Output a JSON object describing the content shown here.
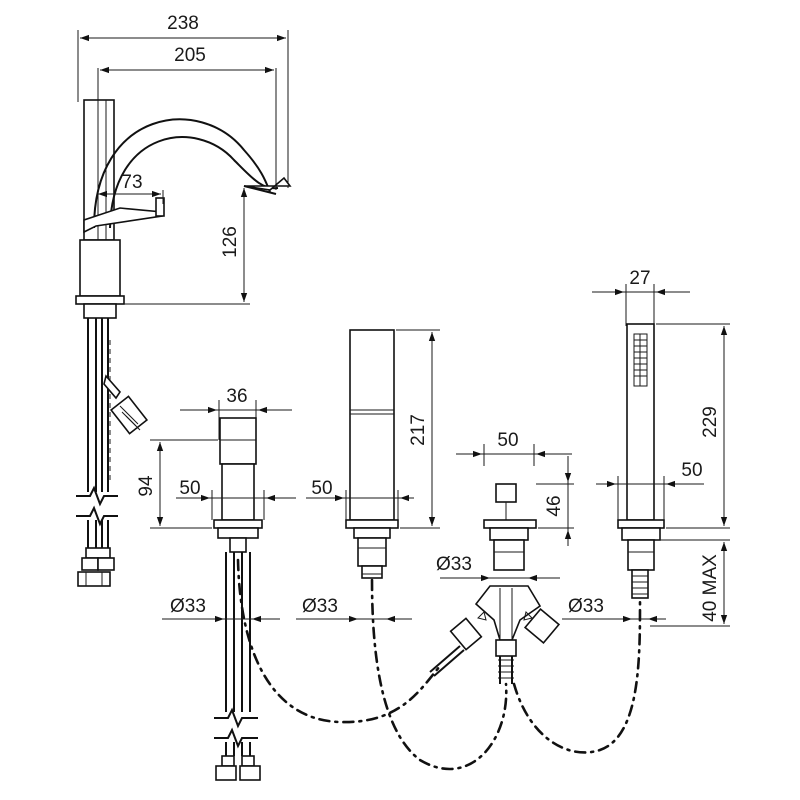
{
  "dimensions": {
    "spout_total_width": "238",
    "spout_reach": "205",
    "lever_length": "73",
    "spout_height": "126",
    "valve_body_width": "36",
    "valve_body_height": "94",
    "valve_base_diameter": "50",
    "spout_body_height": "217",
    "spout_base_diameter": "50",
    "diverter_width": "50",
    "diverter_height": "46",
    "diverter_hole": "Ø33",
    "handshower_width": "27",
    "handshower_length": "229",
    "handshower_base_diameter": "50",
    "handshower_thread": "40 MAX",
    "hole_1": "Ø33",
    "hole_2": "Ø33",
    "hole_4": "Ø33"
  }
}
